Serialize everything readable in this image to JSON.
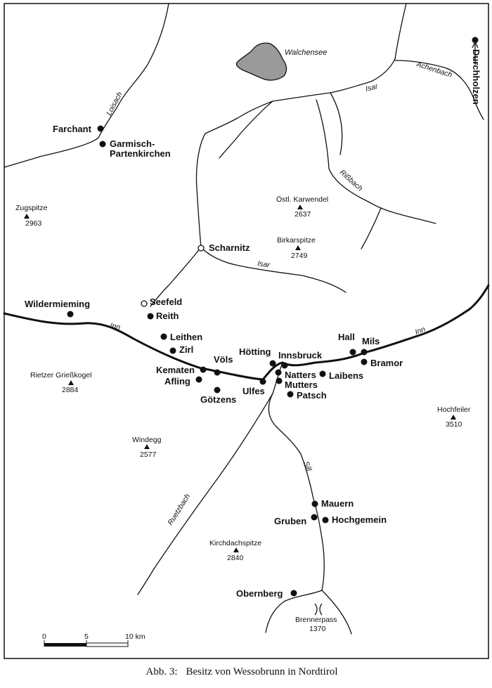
{
  "map": {
    "lake": {
      "name": "Walchensee"
    },
    "rivers": {
      "loisach": "Loisach",
      "isar_upper": "Isar",
      "isar_lower": "Isar",
      "achenbach": "Achenbach",
      "rissbach": "Rißbach",
      "inn_west": "Inn",
      "inn_east": "Inn",
      "sill": "Sill",
      "ruetzbach": "Ruetzbach"
    },
    "direction_marker": {
      "label": "Durchholzen"
    },
    "places": {
      "farchant": "Farchant",
      "garmisch_1": "Garmisch-",
      "garmisch_2": "Partenkirchen",
      "scharnitz": "Scharnitz",
      "seefeld": "Seefeld",
      "reith": "Reith",
      "wildermieming": "Wildermieming",
      "leithen": "Leithen",
      "zirl": "Zirl",
      "voels": "Völs",
      "kematen": "Kematen",
      "afling": "Afling",
      "goetzens": "Götzens",
      "ulfes": "Ulfes",
      "hoetting": "Hötting",
      "innsbruck": "Innsbruck",
      "natters": "Natters",
      "mutters": "Mutters",
      "patsch": "Patsch",
      "laibens": "Laibens",
      "hall": "Hall",
      "mils": "Mils",
      "bramor": "Bramor",
      "mauern": "Mauern",
      "gruben": "Gruben",
      "hochgemein": "Hochgemein",
      "obernberg": "Obernberg"
    },
    "peaks": {
      "zugspitze": {
        "name": "Zugspitze",
        "elevation": "2963"
      },
      "karwendel": {
        "name": "Östl. Karwendel",
        "elevation": "2637"
      },
      "birkarspitze": {
        "name": "Birkarspitze",
        "elevation": "2749"
      },
      "grieskogel": {
        "name": "Rietzer Grießkogel",
        "elevation": "2884"
      },
      "windegg": {
        "name": "Windegg",
        "elevation": "2577"
      },
      "hochfeiler": {
        "name": "Hochfeiler",
        "elevation": "3510"
      },
      "kirchdach": {
        "name": "Kirchdachspitze",
        "elevation": "2840"
      },
      "brenner": {
        "name": "Brennerpass",
        "elevation": "1370"
      }
    },
    "scale": {
      "tick0": "0",
      "tick1": "5",
      "tick2": "10 km"
    }
  },
  "caption": {
    "number": "Abb. 3:",
    "text": "Besitz von Wessobrunn in Nordtirol"
  },
  "colors": {
    "lake": "#9a9a9a",
    "ink": "#111111"
  }
}
